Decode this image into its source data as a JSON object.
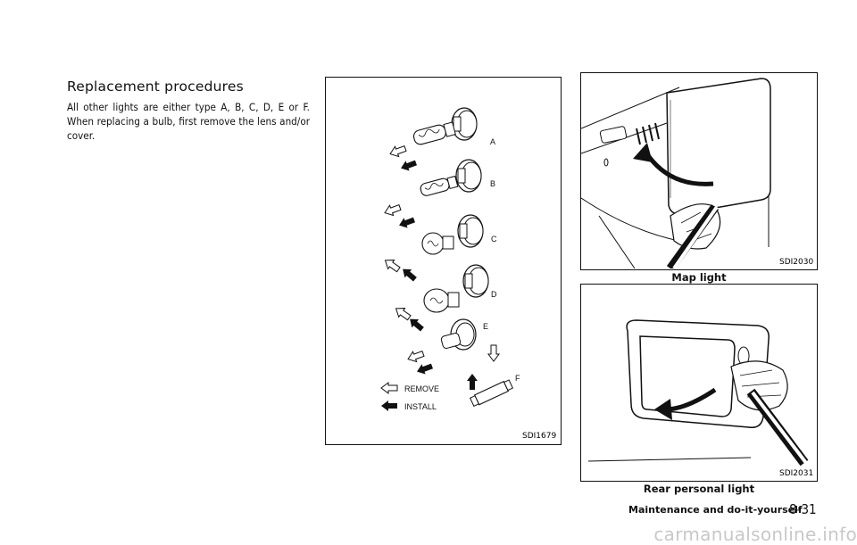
{
  "section": {
    "heading": "Replacement procedures",
    "body": "All other lights are either type A, B, C, D, E or F. When replacing a bulb, first remove the lens and/or cover."
  },
  "figure_bulbs": {
    "code": "SDI1679",
    "bulb_labels": [
      "A",
      "B",
      "C",
      "D",
      "E",
      "F"
    ],
    "legend_remove": "REMOVE",
    "legend_install": "INSTALL"
  },
  "figure_map_light": {
    "code": "SDI2030",
    "caption": "Map light"
  },
  "figure_rear_light": {
    "code": "SDI2031",
    "caption": "Rear personal light"
  },
  "footer": {
    "chapter": "Maintenance and do-it-yourself",
    "page": "8-31"
  },
  "watermark": "carmanualsonline.info"
}
